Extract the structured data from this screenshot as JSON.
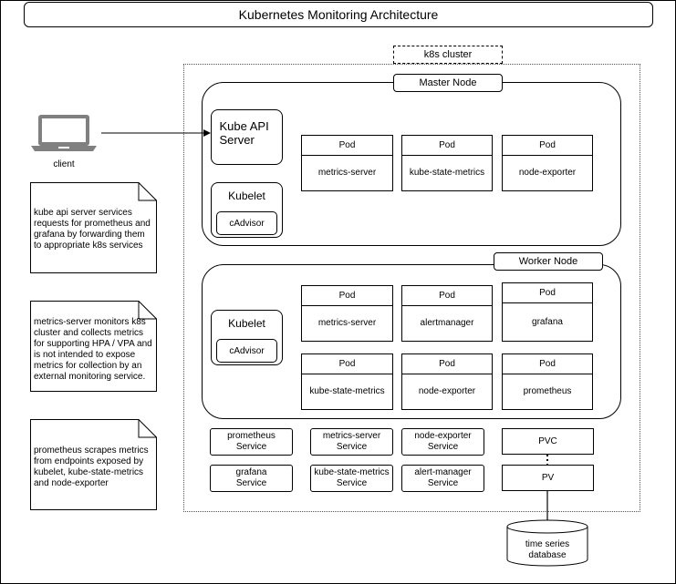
{
  "title": "Kubernetes Monitoring Architecture",
  "cluster_label": "k8s cluster",
  "client_label": "client",
  "notes": [
    "kube api server services requests for prometheus and grafana by forwarding them to appropriate k8s services",
    "metrics-server monitors k8s cluster and collects metrics for supporting HPA / VPA and is not intended to expose metrics for collection by an external monitoring service.",
    "prometheus scrapes metrics from endpoints exposed by kubelet, kube-state-metrics and node-exporter"
  ],
  "master": {
    "label": "Master Node",
    "api_server": "Kube API Server",
    "kubelet": "Kubelet",
    "cadvisor": "cAdvisor",
    "pods": [
      {
        "header": "Pod",
        "name": "metrics-server"
      },
      {
        "header": "Pod",
        "name": "kube-state-metrics"
      },
      {
        "header": "Pod",
        "name": "node-exporter"
      }
    ]
  },
  "worker": {
    "label": "Worker Node",
    "kubelet": "Kubelet",
    "cadvisor": "cAdvisor",
    "pods": [
      {
        "header": "Pod",
        "name": "metrics-server"
      },
      {
        "header": "Pod",
        "name": "alertmanager"
      },
      {
        "header": "Pod",
        "name": "grafana"
      },
      {
        "header": "Pod",
        "name": "kube-state-metrics"
      },
      {
        "header": "Pod",
        "name": "node-exporter"
      },
      {
        "header": "Pod",
        "name": "prometheus"
      }
    ]
  },
  "services": [
    {
      "line1": "prometheus",
      "line2": "Service"
    },
    {
      "line1": "metrics-server",
      "line2": "Service"
    },
    {
      "line1": "node-exporter",
      "line2": "Service"
    },
    {
      "line1": "grafana",
      "line2": "Service"
    },
    {
      "line1": "kube-state-metrics",
      "line2": "Service"
    },
    {
      "line1": "alert-manager",
      "line2": "Service"
    }
  ],
  "pvc": "PVC",
  "pv": "PV",
  "database": {
    "line1": "time series",
    "line2": "database"
  },
  "icons": {
    "client": "laptop-icon",
    "database": "database-cylinder-icon"
  }
}
